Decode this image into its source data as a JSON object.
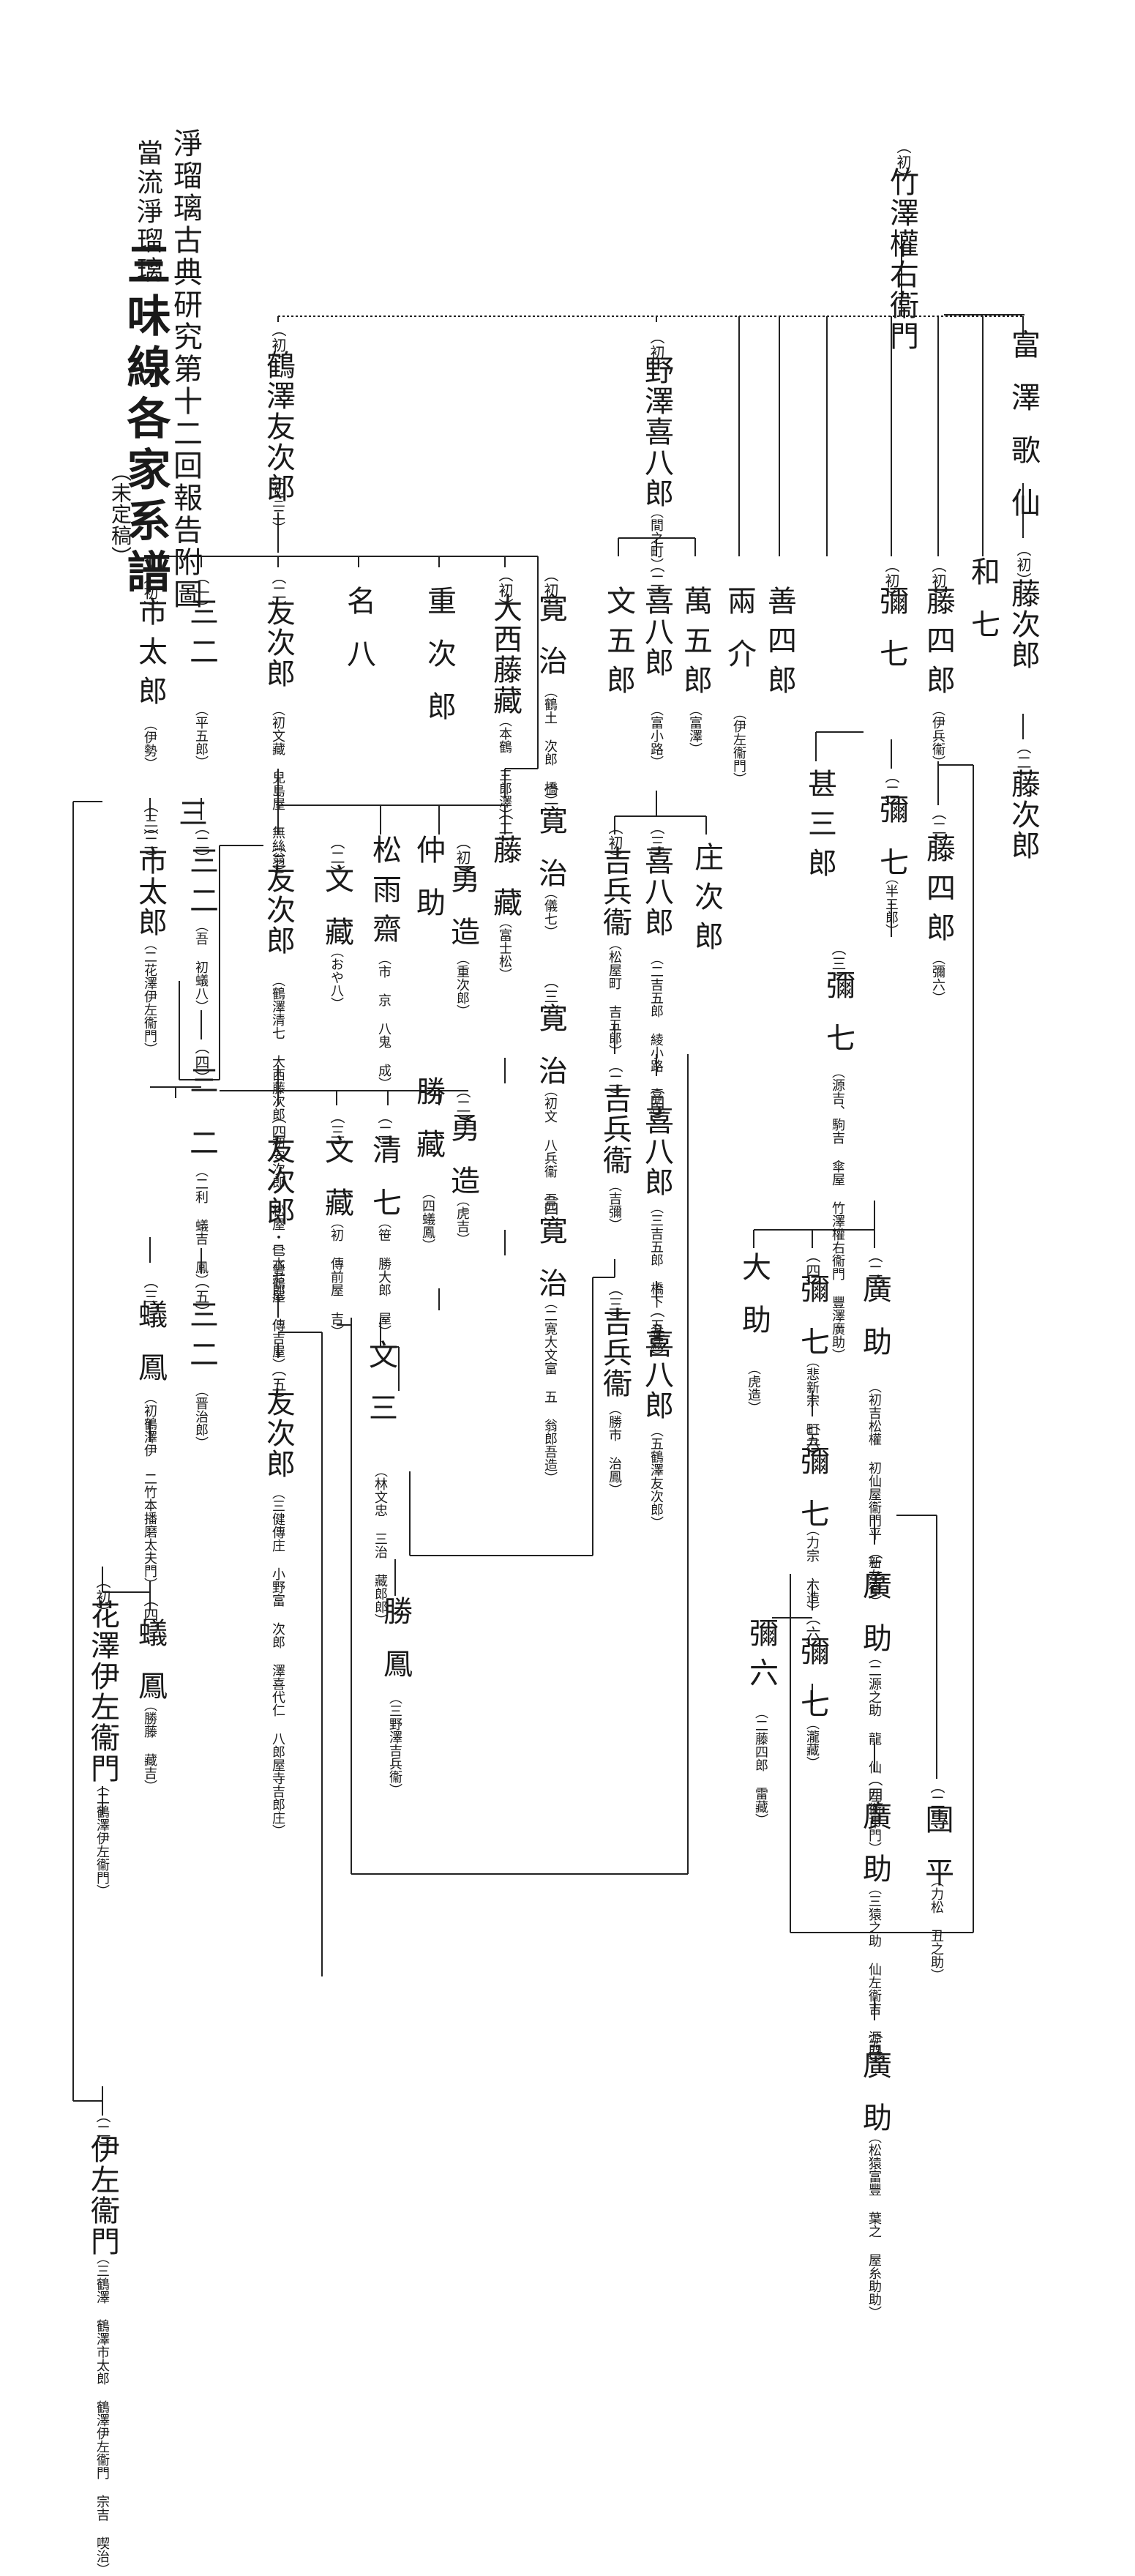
{
  "header": {
    "line1": "淨瑠璃古典研究第十二回報告附圖",
    "line2a": "當流",
    "line2b": "淨瑠璃",
    "main_title": "三味線各家系譜",
    "subtitle": "（未定稿）"
  },
  "root": {
    "mark": "（初）",
    "name": "竹澤權右衞門"
  },
  "col_tomizawa": {
    "a": "富澤歌仙",
    "b_mark": "（初）",
    "b": "藤次郎",
    "c_mark": "（二）",
    "c": "藤次郎"
  },
  "col_waichi": {
    "name": "和七"
  },
  "col_toshiro": {
    "g1_mark": "（初）",
    "g1": "藤四郎",
    "g1_note": "（伊兵衞）",
    "g2_mark": "（二）",
    "g2": "藤四郎",
    "g2_note": "（彌六）"
  },
  "col_yashichi": {
    "g1_mark": "（初）",
    "g1": "彌七",
    "g2_mark": "（二）",
    "g2": "彌七",
    "g2_note": "（半三郎）",
    "g3_mark": "（三）",
    "g3": "彌七",
    "g3_note": "（源吉、駒吉 傘屋 竹澤權右衞門 豐澤廣助）"
  },
  "col_zenshiro": {
    "name": "善四郎",
    "child": "甚三郎"
  },
  "col_ryosuke": {
    "name": "兩介",
    "note": "（伊左衞門）"
  },
  "col_nozawa": {
    "g1_mark": "（初）",
    "g1": "野澤喜八郎",
    "g1_note": "（間之町）",
    "manshiro": "萬五郎",
    "manshiro_note": "（富澤）",
    "bungoro": "文五郎",
    "g2_mark": "（二）",
    "g2": "喜八郎",
    "g2_note": "（富小路）",
    "shojiro": "庄次郎",
    "g3_mark": "（三）",
    "g3": "喜八郎",
    "g3_note": "（二吉五郎 綾小路 喜吉）",
    "kichi1_mark": "（初）",
    "kichi1": "吉兵衞",
    "kichi1_note": "（松屋町 吉五郎）",
    "g4_mark": "（四）",
    "g4": "喜八郎",
    "g4_note": "（三吉五郎 橋下 金藏）",
    "kichi2_mark": "（二）",
    "kichi2": "吉兵衞",
    "kichi2_note": "（吉彌）",
    "g5_mark": "（五）",
    "g5": "喜八郎",
    "g5_note": "（五鶴澤友次郎）",
    "kichi3_mark": "（三）",
    "kichi3": "吉兵衞",
    "kichi3_note": "（勝市 治鳳）"
  },
  "col_tsuru": {
    "g1_mark": "（初）",
    "g1": "鶴澤友次郎",
    "g1_note": "（初三二）",
    "kanji_mark": "（初）",
    "kanji": "寛治",
    "kanji_note": "（鶴土 次郎 橋）",
    "onishi_mark": "（初）",
    "onishi": "大西藤藏",
    "onishi_note": "（本鶴 三郎澤）",
    "kanji2_mark": "（二）",
    "kanji2": "寛治",
    "kanji2_note": "（儀七）",
    "kanji3_mark": "（三）",
    "kanji3": "寛治",
    "kanji3_note": "（初文 八兵衞 吾）",
    "kanji4_mark": "（四）",
    "kanji4": "寛治",
    "kanji4_note": "（二寛大文富 五 翁郎吾造）",
    "toson_mark": "（二）",
    "toson": "藤藏",
    "toson_note": "（富士松）",
    "jujiro": "重次郎",
    "na": "名八",
    "yuzo_mark": "（初）",
    "yuzo": "勇造",
    "yuzo_note": "（重次郎）",
    "yuzo2_mark": "（二）",
    "yuzo2": "勇造",
    "yuzo2_note": "（虎吉）",
    "nakasuke": "仲助",
    "katsuzo": "勝藏",
    "katsuzo_note": "（四蟻鳳）",
    "shoin": "松雨齋",
    "shoin_note": "（市 京 八鬼 成）",
    "seishichi_mark": "（二）",
    "seishichi": "清七",
    "seishichi_note": "（笹 勝大郎 屋）",
    "bunzo_mark": "（二）",
    "bunzo": "文藏",
    "bunzo_note": "（おや八）",
    "bunzo3_mark": "（三）",
    "bunzo3": "文藏",
    "bunzo3_note": "（初 傳前屋 吉）",
    "bunzaburo": "文三",
    "bunzaburo_note": "（林文忠 三治 藏郎郎）",
    "katsushige": "勝鳳",
    "katsushige_note": "（三野澤吉兵衞）",
    "tomo2_mark": "（二）",
    "tomo2": "友次郎",
    "tomo2_note": "（初文藏 兒島屋 無絲翁）",
    "tomo3_mark": "（三）",
    "tomo3": "友次郎",
    "tomo3_note": "（鶴澤清七 大西藤次郎 初安次郎 松屋・巳水七郎）",
    "tomo4_mark": "（四）",
    "tomo4": "友次郎",
    "tomo4_note": "（二豐鶴屋 傳吉屋）",
    "tomo5_mark": "（五）",
    "tomo5": "友次郎",
    "tomo5_note": "（三健傳庄 小野富 次郎 澤喜代仁 八郎屋寺吉郎庄）",
    "ichitaro1_mark": "（初）",
    "ichitaro1": "市太郎",
    "ichitaro1_note": "（伊勢）",
    "ichitaro2_mark": "（二）",
    "ichitaro2": "市太郎",
    "ichitaro2_note": "（二花澤伊左衞門）",
    "san1_mark": "（一）",
    "san1": "三二",
    "san1_note": "（平五郎）",
    "san2_mark": "（二）",
    "san2": "三二",
    "san2_note": "（吾 初蟻八）",
    "san3_mark": "（三）",
    "san3": "三",
    "san4_mark": "（四）",
    "san4": "三",
    "san5_mark": "（五）",
    "san5": "三二",
    "san5_note": "（晋治郎）",
    "gi1": "二",
    "gi1_note": "（二利 蟻吉 鳳）",
    "gi2_mark": "（三）",
    "gi2": "蟻鳳",
    "gi2_note": "（初鶴澤伊 二竹本播磨太夫門）",
    "gi3_mark": "（四）",
    "gi3": "蟻鳳",
    "gi3_note": "（勝藤 藏吉）",
    "hana1_mark": "（初）",
    "hana1": "花澤伊左衞門",
    "hana1_note": "（二鶴澤伊左衞門）",
    "isa_mark": "（二）",
    "isa": "伊左衞門",
    "isa_note": "（三鶴澤 鶴澤市太郎 鶴澤伊左衞門 宗吉 喫治）"
  },
  "col_hirosuke": {
    "daisuke": "大助",
    "daisuke_note": "（虎造）",
    "ya4_mark": "（四）",
    "ya4": "彌七",
    "ya4_note": "（悲新宗 町六）",
    "ya5_mark": "（五）",
    "ya5": "彌七",
    "ya5_note": "（力宗 六造）",
    "ya6_mark": "（六）",
    "ya6": "彌七",
    "ya6_note": "（瀧藏）",
    "yaroku": "彌六",
    "yaroku_note": "（二藤四郎 雷藏）",
    "h2_mark": "（二）",
    "h2": "廣助",
    "h2_note": "（初吉松權 初仙屋衞門平 新左衞）",
    "h3_mark": "（三）",
    "h3": "廣助",
    "h3_note": "（二源之助 龍 仙 左衞市門）",
    "en_mark": "（二）",
    "en": "團平",
    "en_note": "（力松 丑之助）",
    "h4_mark": "（四）",
    "h4": "廣助",
    "h4_note": "（三猿之助 仙左衞吉 源門）",
    "h5_mark": "（五）",
    "h5": "廣助",
    "h5_note": "（松猿富豐 葉之 屋糸助助）"
  }
}
